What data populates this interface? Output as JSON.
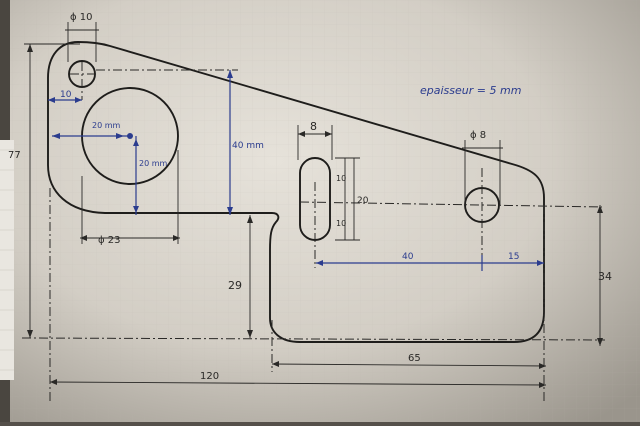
{
  "drawing": {
    "note_thickness": "epaisseur = 5 mm",
    "dims": {
      "d_small_hole": "ϕ 10",
      "offset_small_hole": "10",
      "big_hole_h": "20 mm",
      "big_hole_v": "20 mm",
      "d_big_hole": "ϕ 23",
      "height_40": "40 mm",
      "overall_height": "77",
      "slot_width": "8",
      "slot_half_top": "10",
      "slot_half_bottom": "10",
      "slot_length": "20",
      "d_right_hole": "ϕ 8",
      "dist_40": "40",
      "dist_15": "15",
      "step_height": "29",
      "right_height": "34",
      "bottom_length": "65",
      "overall_length": "120"
    }
  }
}
